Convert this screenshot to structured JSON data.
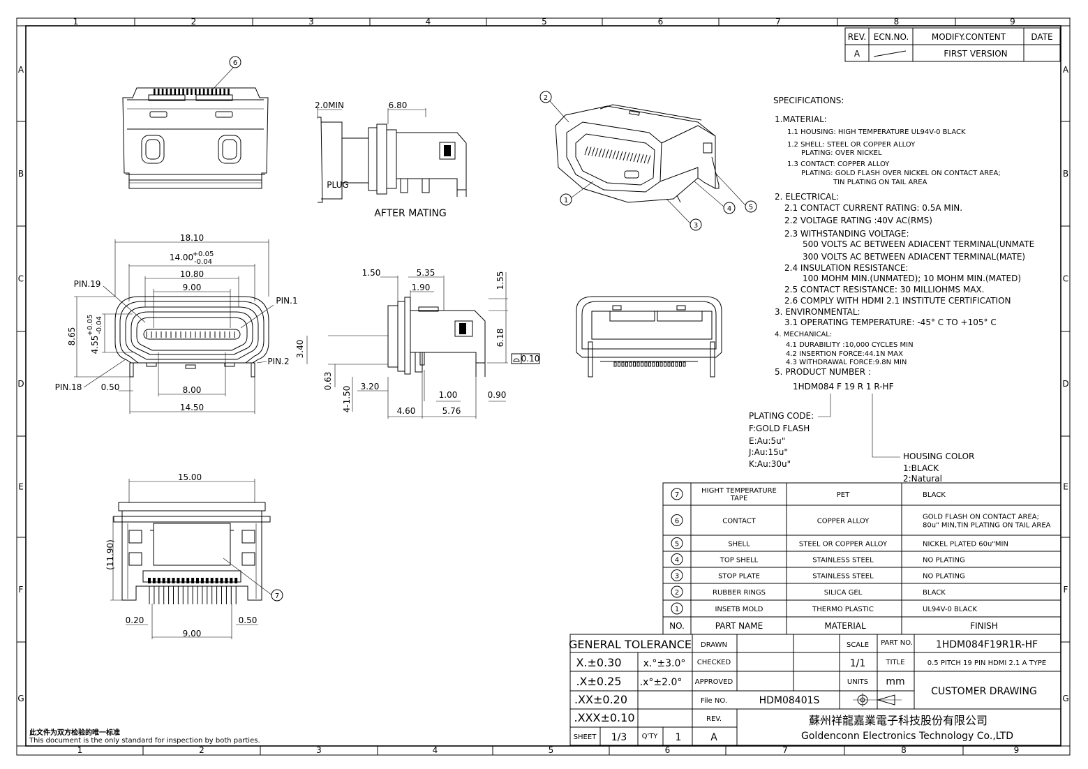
{
  "frame": {
    "cols_top": [
      "1",
      "2",
      "3",
      "4",
      "5",
      "6",
      "7",
      "8",
      "9"
    ],
    "cols_bottom": [
      "1",
      "2",
      "3",
      "4",
      "5",
      "6",
      "7",
      "8",
      "9"
    ],
    "rows": [
      "A",
      "B",
      "C",
      "D",
      "E",
      "F",
      "G"
    ]
  },
  "revision": {
    "headers": [
      "REV.",
      "ECN.NO.",
      "MODIFY.CONTENT",
      "DATE"
    ],
    "row": [
      "A",
      "",
      "FIRST VERSION",
      ""
    ]
  },
  "views": {
    "after_mating": "AFTER MATING",
    "plug": "PLUG",
    "dims_top": [
      "2.0MIN",
      "6.80"
    ],
    "front_dims": [
      "18.10",
      "14.00",
      "+0.05",
      "-0.04",
      "10.80",
      "9.00",
      "8.65",
      "4.55",
      "+0.05",
      "-0.04",
      "8.00",
      "14.50",
      "0.50"
    ],
    "pins": [
      "PIN.19",
      "PIN.1",
      "PIN.2",
      "PIN.18"
    ],
    "side_dims": [
      "1.50",
      "5.35",
      "1.90",
      "1.55",
      "6.18",
      "3.40",
      "0.10",
      "0.63",
      "4-1.50",
      "3.20",
      "1.00",
      "0.90",
      "4.60",
      "5.76"
    ],
    "bottom_dims": [
      "15.00",
      "(11.90)",
      "0.20",
      "0.50",
      "9.00"
    ],
    "balloons": [
      "1",
      "2",
      "3",
      "4",
      "5",
      "6",
      "7"
    ]
  },
  "specs": {
    "title": "SPECIFICATIONS:",
    "lines": [
      {
        "t": "1.MATERIAL:",
        "s": "m"
      },
      {
        "t": "1.1  HOUSING:  HIGH  TEMPERATURE  UL94V-0  BLACK",
        "s": "s"
      },
      {
        "t": "1.2  SHELL: STEEL  OR  COPPER  ALLOY",
        "s": "s"
      },
      {
        "t": "PLATING:   OVER  NICKEL",
        "s": "s"
      },
      {
        "t": "1.3  CONTACT:  COPPER  ALLOY",
        "s": "s"
      },
      {
        "t": "PLATING:  GOLD  FLASH    OVER NICKEL  ON  CONTACT  AREA;",
        "s": "s"
      },
      {
        "t": "TIN  PLATING  ON  TAIL  AREA",
        "s": "s"
      },
      {
        "t": "2.  ELECTRICAL:",
        "s": "m"
      },
      {
        "t": "2.1  CONTACT  CURRENT  RATING:  0.5A  MIN.",
        "s": "m"
      },
      {
        "t": "2.2  VOLTAGE  RATING  :40V  AC(RMS)",
        "s": "m"
      },
      {
        "t": "2.3  WITHSTANDING  VOLTAGE:",
        "s": "m"
      },
      {
        "t": "500  VOLTS  AC  BETWEEN  ADIACENT  TERMINAL(UNMATE",
        "s": "m"
      },
      {
        "t": "300  VOLTS  AC  BETWEEN  ADIACENT  TERMINAL(MATE)",
        "s": "m"
      },
      {
        "t": "2.4  INSULATION  RESISTANCE:",
        "s": "m"
      },
      {
        "t": "100  MOHM  MIN.(UNMATED);  10  MOHM  MIN.(MATED)",
        "s": "m"
      },
      {
        "t": "2.5  CONTACT  RESISTANCE:  30  MILLIOHMS  MAX.",
        "s": "m"
      },
      {
        "t": "2.6  COMPLY  WITH  HDMI  2.1  INSTITUTE  CERTIFICATION",
        "s": "m"
      },
      {
        "t": "3.  ENVIRONMENTAL:",
        "s": "m"
      },
      {
        "t": "3.1  OPERATING  TEMPERATURE:  -45° C  TO  +105° C",
        "s": "m"
      },
      {
        "t": "4. MECHANICAL:",
        "s": "s"
      },
      {
        "t": "4.1  DURABILITY :10,000  CYCLES  MIN",
        "s": "s"
      },
      {
        "t": "4.2  INSERTION  FORCE:44.1N  MAX",
        "s": "s"
      },
      {
        "t": "4.3  WITHDRAWAL  FORCE:9.8N  MIN",
        "s": "s"
      },
      {
        "t": "5.  PRODUCT  NUMBER  :",
        "s": "m"
      }
    ],
    "product_number": "1HDM084  F   19   R  1  R-HF",
    "plating": [
      "PLATING  CODE:",
      "F:GOLD  FLASH",
      "E:Au:5u\"",
      "J:Au:15u\"",
      "K:Au:30u\""
    ],
    "housing": [
      "HOUSING  COLOR",
      "1:BLACK",
      "2:Natural"
    ]
  },
  "bom": {
    "rows": [
      {
        "no": "7",
        "part": [
          "HIGHT  TEMPERATURE",
          "TAPE"
        ],
        "material": "PET",
        "finish": [
          "BLACK"
        ]
      },
      {
        "no": "6",
        "part": [
          "CONTACT"
        ],
        "material": "COPPER  ALLOY",
        "finish": [
          "GOLD  FLASH  ON  CONTACT  AREA;",
          "80u\"  MIN,TIN  PLATING  ON  TAIL  AREA"
        ]
      },
      {
        "no": "5",
        "part": [
          "SHELL"
        ],
        "material": "STEEL  OR  COPPER  ALLOY",
        "finish": [
          "NICKEL  PLATED  60u\"MIN"
        ]
      },
      {
        "no": "4",
        "part": [
          "TOP  SHELL"
        ],
        "material": "STAINLESS  STEEL",
        "finish": [
          "NO  PLATING"
        ]
      },
      {
        "no": "3",
        "part": [
          "STOP  PLATE"
        ],
        "material": "STAINLESS  STEEL",
        "finish": [
          "NO  PLATING"
        ]
      },
      {
        "no": "2",
        "part": [
          "RUBBER  RINGS"
        ],
        "material": "SILICA  GEL",
        "finish": [
          "BLACK"
        ]
      },
      {
        "no": "1",
        "part": [
          "INSETB  MOLD"
        ],
        "material": "THERMO  PLASTIC",
        "finish": [
          "UL94V-0  BLACK"
        ]
      }
    ],
    "headers": [
      "NO.",
      "PART  NAME",
      "MATERIAL",
      "FINISH"
    ]
  },
  "title_block": {
    "general_tolerance": "GENERAL  TOLERANCE",
    "tol": [
      "X.±0.30",
      ".X±0.25",
      ".XX±0.20",
      ".XXX±0.10"
    ],
    "ang": [
      "x.°±3.0°",
      ".x°±2.0°"
    ],
    "drawn": "DRAWN",
    "checked": "CHECKED",
    "approved": "APPROVED",
    "file_no_label": "File  NO.",
    "file_no": "HDM08401S",
    "rev_label": "REV.",
    "rev": "A",
    "sheet_label": "SHEET",
    "sheet": "1/3",
    "qty_label": "Q'TY",
    "qty": "1",
    "scale_label": "SCALE",
    "scale": "1/1",
    "units_label": "UNITS",
    "units": "mm",
    "part_no_label": "PART  NO.",
    "part_no": "1HDM084F19R1R-HF",
    "title_label": "TITLE",
    "title": "0.5  PITCH  19  PIN  HDMI  2.1  A  TYPE",
    "customer": "CUSTOMER  DRAWING",
    "company_cn": "蘇州祥龍嘉業電子科技股份有限公司",
    "company_en": "Goldenconn  Electronics  Technology  Co.,LTD"
  },
  "footer": {
    "cn": "此文件为双方检验的唯一标准",
    "en": "This  document  is  the  only  standard  for  inspection  by  both  parties."
  }
}
